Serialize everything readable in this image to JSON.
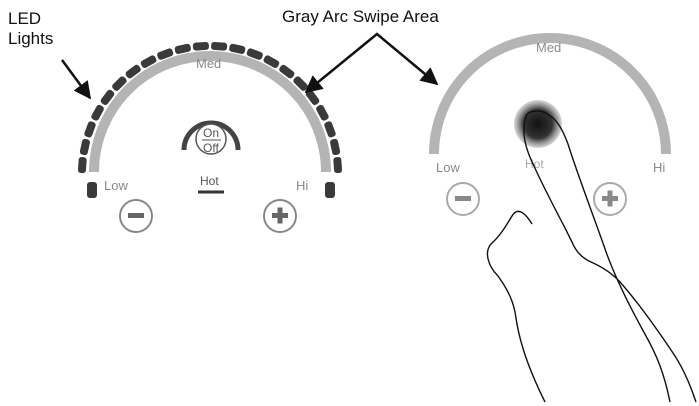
{
  "callouts": {
    "led_line1": "LED",
    "led_line2": "Lights",
    "swipe": "Gray Arc Swipe Area"
  },
  "left_dial": {
    "low": "Low",
    "med": "Med",
    "hi": "Hi",
    "on": "On",
    "off": "Off",
    "hot": "Hot",
    "minus": "−",
    "plus": "+"
  },
  "right_dial": {
    "low": "Low",
    "med": "Med",
    "hi": "Hi",
    "hot": "Hot",
    "minus": "−",
    "plus": "+"
  },
  "colors": {
    "arc": "#b4b4b4",
    "led": "#3a3a3a",
    "stroke": "#111111",
    "touch": "#3c3c3c"
  }
}
